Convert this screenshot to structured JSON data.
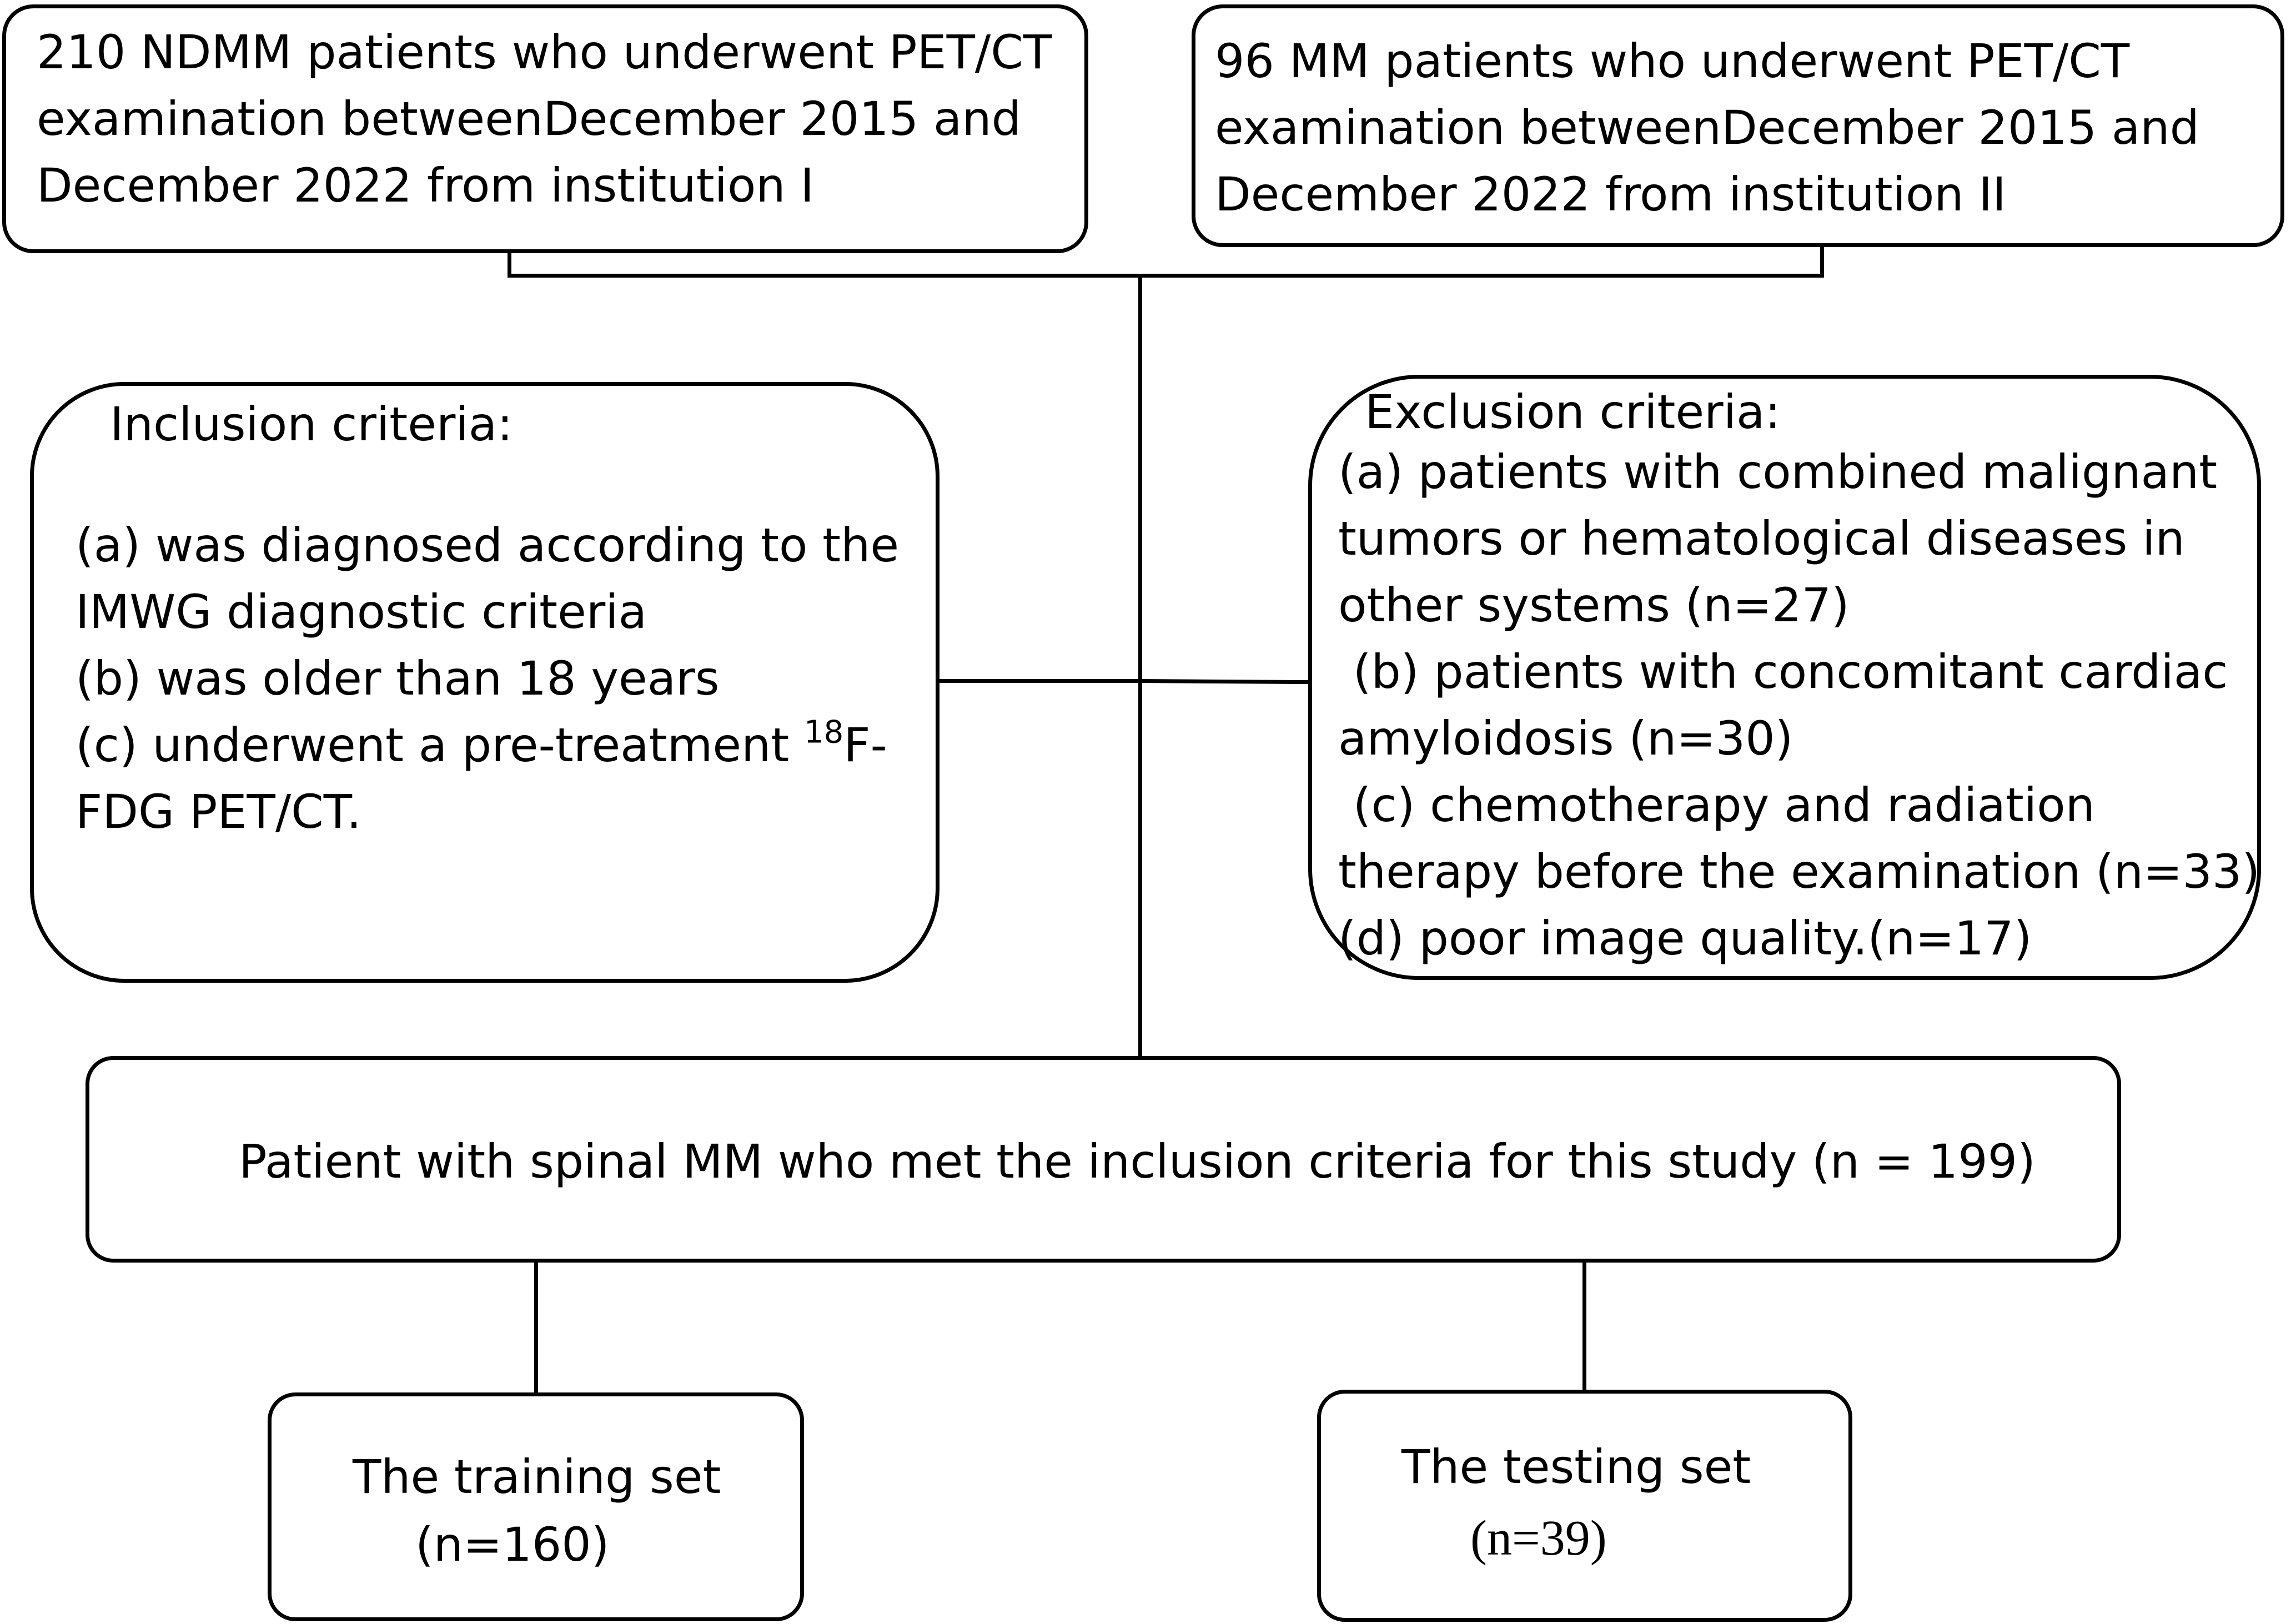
{
  "source_box_1": {
    "lines": [
      "210 NDMM patients who underwent PET/CT",
      "examination betweenDecember 2015 and",
      "December 2022 from institution I"
    ]
  },
  "source_box_2": {
    "lines": [
      "96 MM patients who underwent PET/CT",
      "examination betweenDecember 2015 and",
      "December 2022 from institution II"
    ]
  },
  "inclusion": {
    "title": "Inclusion criteria:",
    "line_a1": "(a)  was diagnosed according to the",
    "line_a2": "IMWG diagnostic criteria",
    "line_b": "(b) was older than 18 years",
    "line_c_pre": "(c) underwent a pre-treatment ",
    "line_c_sup": "18",
    "line_c_post": "F-",
    "line_c2": "FDG PET/CT."
  },
  "exclusion": {
    "title": "Exclusion criteria:",
    "lines": [
      "(a) patients with combined malignant",
      "tumors or hematological diseases in",
      "other systems (n=27)",
      " (b) patients with concomitant cardiac",
      "amyloidosis (n=30)",
      " (c) chemotherapy and radiation",
      "therapy before the examination (n=33)",
      "(d) poor image quality.(n=17)"
    ]
  },
  "study": {
    "text": "Patient with spinal MM who met the inclusion criteria for this study (n = 199)"
  },
  "training": {
    "label": "The training set",
    "count": "(n=160)"
  },
  "testing": {
    "label": "The testing set",
    "count": "(n=39)"
  }
}
